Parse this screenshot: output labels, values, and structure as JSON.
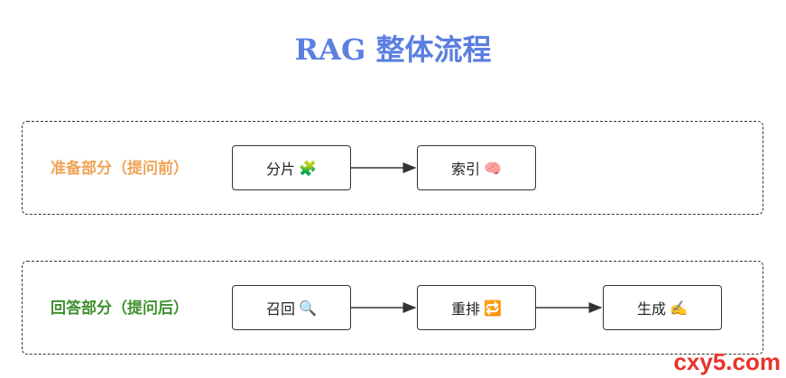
{
  "title": "RAG 整体流程",
  "colors": {
    "title": "#5b7fe0",
    "prep_label": "#f0a356",
    "answer_label": "#3f8f2f",
    "watermark": "#e8322a"
  },
  "groups": [
    {
      "label": "准备部分（提问前）",
      "nodes": [
        {
          "label": "分片",
          "emoji": "🧩",
          "icon": "puzzle-icon"
        },
        {
          "label": "索引",
          "emoji": "🧠",
          "icon": "brain-icon"
        }
      ]
    },
    {
      "label": "回答部分（提问后）",
      "nodes": [
        {
          "label": "召回",
          "emoji": "🔍",
          "icon": "magnifier-icon"
        },
        {
          "label": "重排",
          "emoji": "🔁",
          "icon": "repeat-icon"
        },
        {
          "label": "生成",
          "emoji": "✍️",
          "icon": "writing-hand-icon"
        }
      ]
    }
  ],
  "watermark": "cxy5.com"
}
